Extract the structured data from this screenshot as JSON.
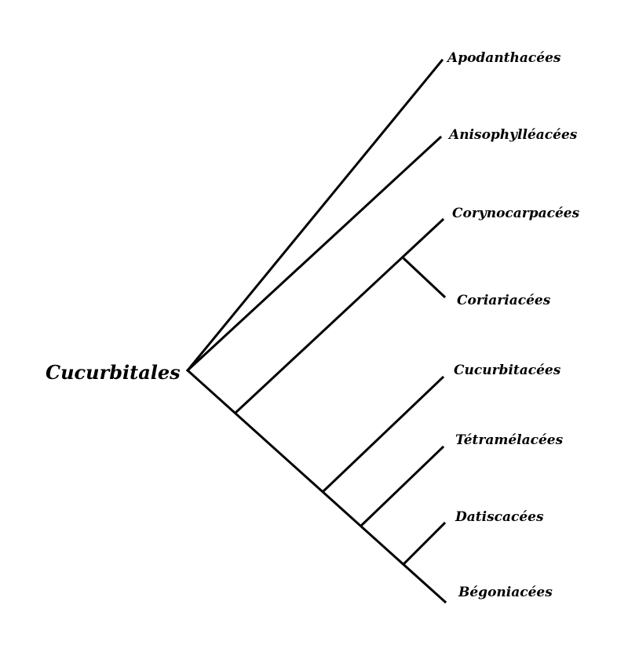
{
  "root": "Cucurbitales",
  "leaves": [
    "Apodanthacées",
    "Anisophylléacées",
    "Corynocarpacées",
    "Coriariacées",
    "Cucurbitacées",
    "Tétramélacées",
    "Datiscacées",
    "Bégoniacées"
  ],
  "line_color": "#000000"
}
